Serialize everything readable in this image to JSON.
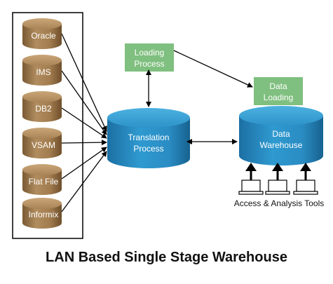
{
  "title": "LAN Based Single Stage Warehouse",
  "sources": [
    "Oracle",
    "IMS",
    "DB2",
    "VSAM",
    "Flat File",
    "Informix"
  ],
  "translation": {
    "line1": "Translation",
    "line2": "Process"
  },
  "warehouse": {
    "line1": "Data",
    "line2": "Warehouse"
  },
  "loading_process": {
    "line1": "Loading",
    "line2": "Process"
  },
  "data_loading": {
    "line1": "Data",
    "line2": "Loading"
  },
  "tools_label": "Access & Analysis Tools",
  "colors": {
    "source_cylinder": "#a8845a",
    "target_cylinder": "#2a8fc6",
    "process_box": "#7fbf7f",
    "arrow": "#000000"
  }
}
